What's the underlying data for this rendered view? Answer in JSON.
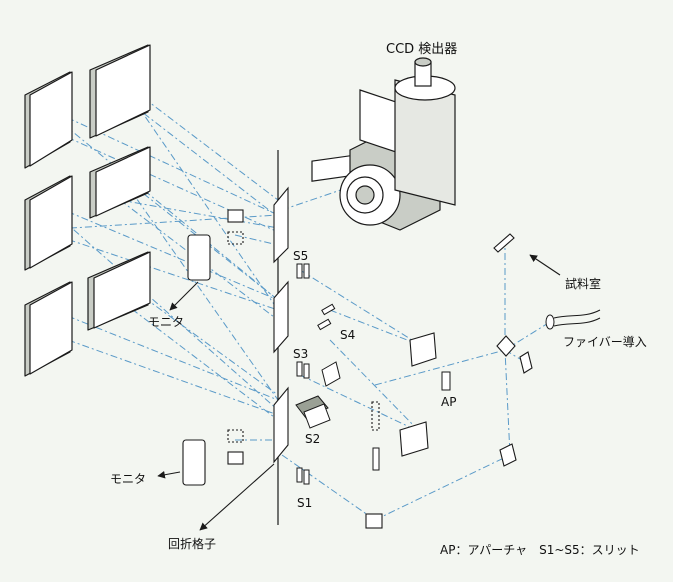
{
  "colors": {
    "background": "#f3f6f1",
    "beam": "#5a9ac8",
    "outline": "#1a1a1a",
    "mirror_face": "#ffffff",
    "mirror_side": "#c9cdc6"
  },
  "labels": {
    "ccd": "CCD 検出器",
    "sample": "試料室",
    "fiber": "ファイバー導入",
    "monitor_top": "モニタ",
    "monitor_bottom": "モニタ",
    "grating": "回折格子",
    "ap": "AP",
    "s1": "S1",
    "s2": "S2",
    "s3": "S3",
    "s4": "S4",
    "s5": "S5",
    "legend": "AP：アパーチャ　S1~S5：スリット"
  }
}
